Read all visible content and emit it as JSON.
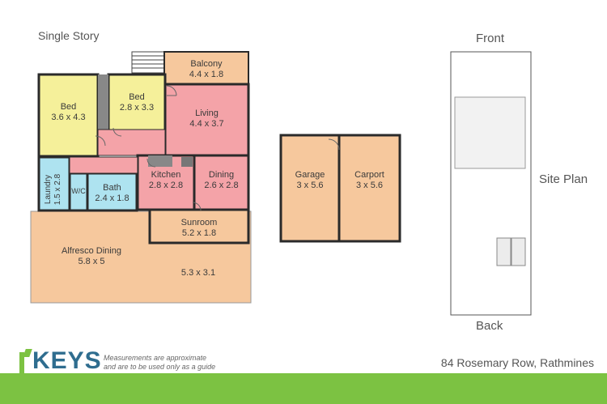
{
  "header": {
    "left_title": "Single Story",
    "front_label": "Front",
    "back_label": "Back",
    "site_plan_label": "Site Plan"
  },
  "rooms": {
    "balcony": {
      "name": "Balcony",
      "dims": "4.4 x 1.8"
    },
    "bed1": {
      "name": "Bed",
      "dims": "3.6 x 4.3"
    },
    "bed2": {
      "name": "Bed",
      "dims": "2.8 x 3.3"
    },
    "living": {
      "name": "Living",
      "dims": "4.4 x 3.7"
    },
    "laundry": {
      "name": "Laundry",
      "dims": "1.5 x 2.8"
    },
    "wc": {
      "name": "W/C"
    },
    "bath": {
      "name": "Bath",
      "dims": "2.4 x 1.8"
    },
    "kitchen": {
      "name": "Kitchen",
      "dims": "2.8 x 2.8"
    },
    "dining": {
      "name": "Dining",
      "dims": "2.6 x 2.8"
    },
    "sunroom": {
      "name": "Sunroom",
      "dims": "5.2 x 1.8"
    },
    "alfresco": {
      "name": "Alfresco Dining",
      "dims": "5.8 x 5"
    },
    "deck": {
      "dims": "5.3 x 3.1"
    },
    "garage": {
      "name": "Garage",
      "dims": "3 x 5.6"
    },
    "carport": {
      "name": "Carport",
      "dims": "3 x 5.6"
    }
  },
  "colors": {
    "bed": "#f5f09a",
    "living": "#f4a3a8",
    "bath": "#aee3f0",
    "outdoor": "#f6c89d",
    "laundry": "#aee3f0",
    "wall": "#2a2a2a",
    "brand_green": "#7cc242",
    "brand_blue": "#2f6d8f"
  },
  "footer": {
    "brand": "KEYS",
    "disclaimer_line1": "Measurements are approximate",
    "disclaimer_line2": "and are to be used only as a guide",
    "address": "84 Rosemary Row, Rathmines"
  }
}
